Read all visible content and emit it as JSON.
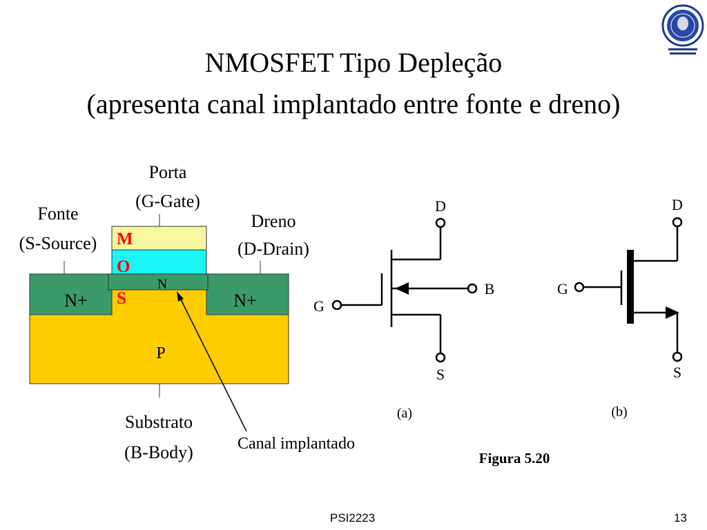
{
  "slide": {
    "title": "NMOSFET Tipo Depleção",
    "subtitle": "(apresenta canal implantado entre fonte e dreno)",
    "footer_left": "PSI2223",
    "page_number": "13"
  },
  "cross_section": {
    "gate_label_1": "Porta",
    "gate_label_2": "(G-Gate)",
    "source_label_1": "Fonte",
    "source_label_2": "(S-Source)",
    "drain_label_1": "Dreno",
    "drain_label_2": "(D-Drain)",
    "mos_m": "M",
    "mos_o": "O",
    "mos_s": "S",
    "channel_n": "N",
    "source_region": "N+",
    "drain_region": "N+",
    "substrate_region": "P",
    "body_label_1": "Substrato",
    "body_label_2": "(B-Body)",
    "channel_callout": "Canal implantado",
    "colors": {
      "metal": "#f7f7a0",
      "oxide": "#19f5f5",
      "n_plus": "#3a9a6a",
      "substrate": "#ffcc00",
      "mos_letters": "#ff0000"
    }
  },
  "symbols": {
    "a": {
      "drain": "D",
      "gate": "G",
      "body": "B",
      "source": "S",
      "caption": "(a)"
    },
    "b": {
      "drain": "D",
      "gate": "G",
      "source": "S",
      "caption": "(b)"
    },
    "figure_caption": "Figura 5.20"
  }
}
